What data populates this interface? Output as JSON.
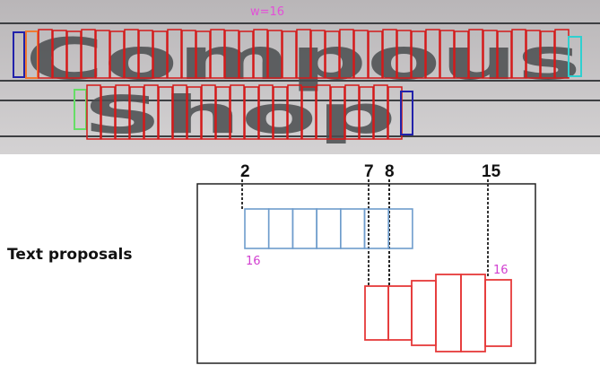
{
  "photo": {
    "width_label": "w=16",
    "words": [
      "Compous",
      "Shop"
    ],
    "colors": {
      "proposal": "#d41a1a",
      "left_edge": "#2222aa",
      "second_edge": "#f07830",
      "right_edge": "#2fd0d0",
      "shop_left": "#66dd66",
      "shop_right": "#2222aa"
    }
  },
  "diagram": {
    "side_label": "Text proposals",
    "indices": [
      "2",
      "7",
      "8",
      "15"
    ],
    "blue_count_label": "16",
    "red_count_label": "16",
    "colors": {
      "blue": "#6e9ccc",
      "red": "#e63a3a",
      "count": "#d13fd0"
    }
  }
}
